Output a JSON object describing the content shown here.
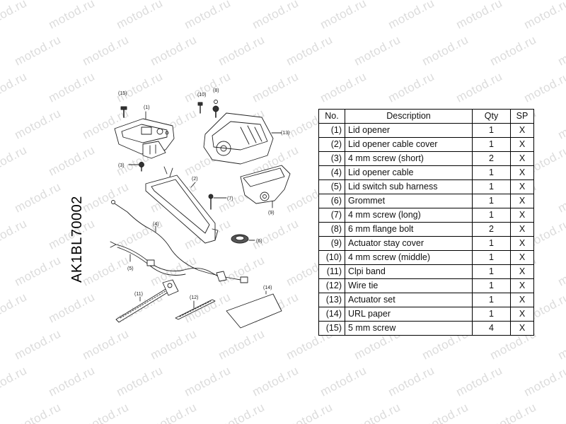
{
  "document": {
    "part_number": "AK1BL70002",
    "watermark": "motod.ru"
  },
  "table": {
    "headers": {
      "no": "No.",
      "description": "Description",
      "qty": "Qty",
      "sp": "SP"
    },
    "rows": [
      {
        "no": "(1)",
        "description": "Lid opener",
        "qty": "1",
        "sp": "X"
      },
      {
        "no": "(2)",
        "description": "Lid opener cable cover",
        "qty": "1",
        "sp": "X"
      },
      {
        "no": "(3)",
        "description": "4 mm screw (short)",
        "qty": "2",
        "sp": "X"
      },
      {
        "no": "(4)",
        "description": "Lid opener cable",
        "qty": "1",
        "sp": "X"
      },
      {
        "no": "(5)",
        "description": "Lid switch sub harness",
        "qty": "1",
        "sp": "X"
      },
      {
        "no": "(6)",
        "description": "Grommet",
        "qty": "1",
        "sp": "X"
      },
      {
        "no": "(7)",
        "description": "4 mm screw (long)",
        "qty": "1",
        "sp": "X"
      },
      {
        "no": "(8)",
        "description": "6 mm flange bolt",
        "qty": "2",
        "sp": "X"
      },
      {
        "no": "(9)",
        "description": "Actuator stay cover",
        "qty": "1",
        "sp": "X"
      },
      {
        "no": "(10)",
        "description": "4 mm screw (middle)",
        "qty": "1",
        "sp": "X"
      },
      {
        "no": "(11)",
        "description": "Clpi band",
        "qty": "1",
        "sp": "X"
      },
      {
        "no": "(12)",
        "description": "Wire tie",
        "qty": "1",
        "sp": "X"
      },
      {
        "no": "(13)",
        "description": "Actuator set",
        "qty": "1",
        "sp": "X"
      },
      {
        "no": "(14)",
        "description": "URL paper",
        "qty": "1",
        "sp": "X"
      },
      {
        "no": "(15)",
        "description": "5 mm screw",
        "qty": "4",
        "sp": "X"
      }
    ]
  },
  "callouts": {
    "c1": "(1)",
    "c2": "(2)",
    "c3": "(3)",
    "c4": "(4)",
    "c5": "(5)",
    "c6": "(6)",
    "c7": "(7)",
    "c8": "(8)",
    "c9": "(9)",
    "c10": "(10)",
    "c11": "(11)",
    "c12": "(12)",
    "c13": "(13)",
    "c14": "(14)",
    "c15": "(15)"
  }
}
